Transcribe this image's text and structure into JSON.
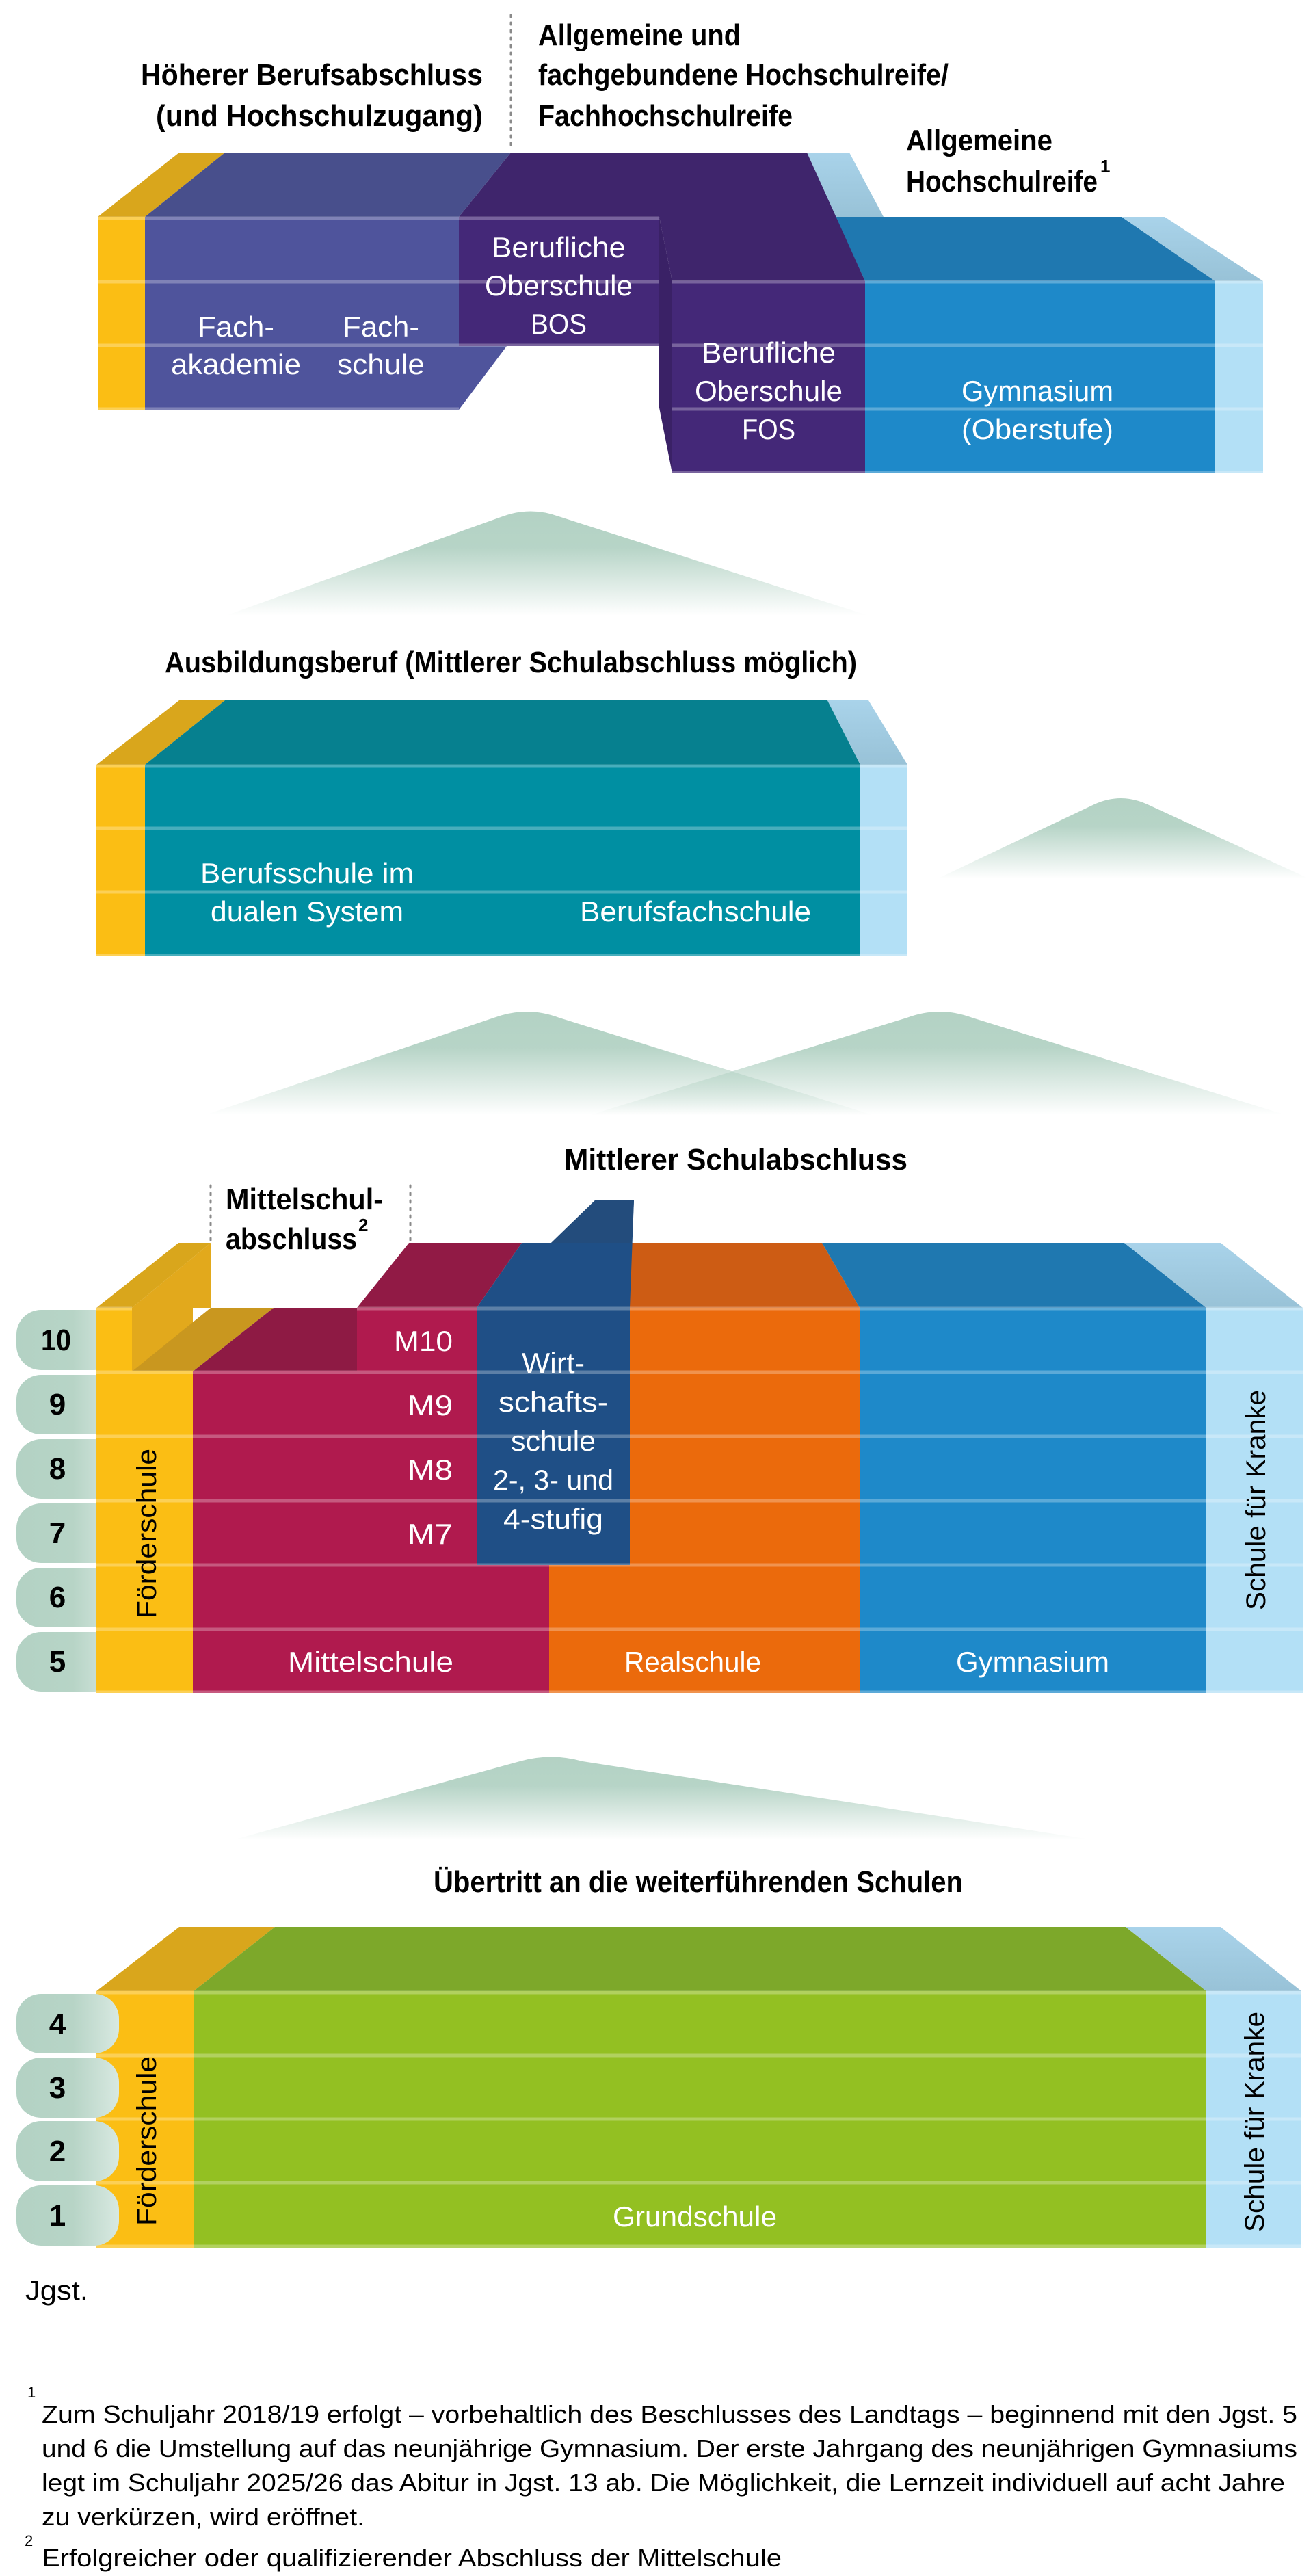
{
  "colors": {
    "foerderschule": "#FBBE14",
    "foerderschule_top": "#D9A61C",
    "hoeherer_beruf": "#4F549C",
    "hoeherer_beruf_top": "#484F8C",
    "beruf_oberschule": "#442878",
    "beruf_oberschule_top": "#3F256C",
    "gymnasium": "#1E89C9",
    "gymnasium_top": "#1F78B0",
    "schule_kranke": "#B3E0F6",
    "schule_kranke_top": "#9CC5DB",
    "berufsschule": "#008FA2",
    "berufsschule_top": "#06808F",
    "mittelschule": "#B01A4E",
    "mittelschule_top": "#911A45",
    "wirtschaftsschule": "#1F4F86",
    "realschule": "#EB6A0C",
    "realschule_top": "#CD5C14",
    "grundschule": "#93C022",
    "grundschule_top": "#7DA82A",
    "hill": "#B3D2C4",
    "grade_pill": "#B3D2C4"
  },
  "top_section": {
    "headers": {
      "hoeherer_berufsabschluss": [
        "Höherer Berufsabschluss",
        "(und Hochschulzugang)"
      ],
      "hochschulreife_fach": [
        "Allgemeine und",
        "fachgebundene Hochschulreife/",
        "Fachhochschulreife"
      ],
      "allgemeine_hochschulreife": [
        "Allgemeine",
        "Hochschulreife"
      ],
      "allgemeine_hochschulreife_sup": "1"
    },
    "schools": {
      "fachakademie": [
        "Fach-",
        "akademie"
      ],
      "fachschule": [
        "Fach-",
        "schule"
      ],
      "bos": [
        "Berufliche",
        "Oberschule",
        "BOS"
      ],
      "fos": [
        "Berufliche",
        "Oberschule",
        "FOS"
      ],
      "gymnasium_oberstufe": [
        "Gymnasium",
        "(Oberstufe)"
      ]
    }
  },
  "middle_section": {
    "header": "Ausbildungsberuf (Mittlerer Schulabschluss möglich)",
    "schools": {
      "berufsschule": [
        "Berufsschule im",
        "dualen System"
      ],
      "berufsfachschule": "Berufsfachschule"
    }
  },
  "secondary_section": {
    "header_mittlerer": "Mittlerer Schulabschluss",
    "header_mittelschul": [
      "Mittelschul-",
      "abschluss"
    ],
    "header_mittelschul_sup": "2",
    "grades": [
      "10",
      "9",
      "8",
      "7",
      "6",
      "5"
    ],
    "m_levels": [
      "M10",
      "M9",
      "M8",
      "M7"
    ],
    "schools": {
      "foerderschule": "Förderschule",
      "mittelschule": "Mittelschule",
      "wirtschaftsschule": [
        "Wirt-",
        "schafts-",
        "schule",
        "2-, 3- und",
        "4-stufig"
      ],
      "realschule": "Realschule",
      "gymnasium": "Gymnasium",
      "schule_fuer_kranke": "Schule für Kranke"
    }
  },
  "primary_section": {
    "header": "Übertritt an die weiterführenden Schulen",
    "grades": [
      "4",
      "3",
      "2",
      "1"
    ],
    "schools": {
      "foerderschule": "Förderschule",
      "grundschule": "Grundschule",
      "schule_fuer_kranke": "Schule für Kranke"
    }
  },
  "axis_label": "Jgst.",
  "footnotes": {
    "fn1_marker": "1",
    "fn1_lines": [
      "Zum Schuljahr 2018/19 erfolgt – vorbehaltlich des Beschlusses des Landtags – beginnend mit den Jgst. 5",
      "und 6 die Umstellung auf das neunjährige Gymnasium. Der erste Jahrgang des neunjährigen Gymnasiums",
      "legt im Schuljahr 2025/26 das Abitur in Jgst. 13 ab. Die Möglichkeit, die Lernzeit individuell auf acht Jahre",
      "zu verkürzen, wird eröffnet."
    ],
    "fn2_marker": "2",
    "fn2_text": "Erfolgreicher oder qualifizierender Abschluss der Mittelschule"
  }
}
